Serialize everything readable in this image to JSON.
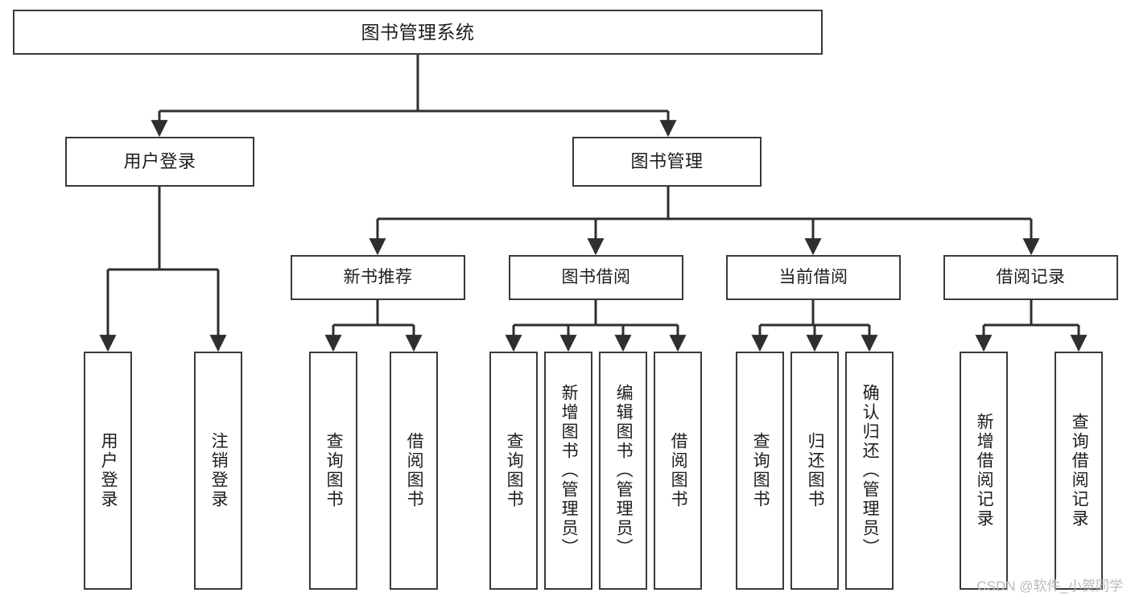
{
  "diagram": {
    "title": "图书管理系统",
    "watermark": "CSDN @软件_小贺同学",
    "colors": {
      "box_border": "#3a3a3a",
      "box_fill": "#ffffff",
      "edge": "#2f2f2f",
      "text": "#1d1d1d",
      "watermark": "#b9b9b9"
    },
    "root": {
      "label": "图书管理系统"
    },
    "level2": [
      {
        "label": "用户登录"
      },
      {
        "label": "图书管理"
      }
    ],
    "level3": [
      {
        "label": "新书推荐"
      },
      {
        "label": "图书借阅"
      },
      {
        "label": "当前借阅"
      },
      {
        "label": "借阅记录"
      }
    ],
    "leaves": [
      {
        "label": "用户登录",
        "parent": "用户登录"
      },
      {
        "label": "注销登录",
        "parent": "用户登录"
      },
      {
        "label": "查询图书",
        "parent": "新书推荐"
      },
      {
        "label": "借阅图书",
        "parent": "新书推荐"
      },
      {
        "label": "查询图书",
        "parent": "图书借阅"
      },
      {
        "label": "新增图书（管理员）",
        "parent": "图书借阅"
      },
      {
        "label": "编辑图书（管理员）",
        "parent": "图书借阅"
      },
      {
        "label": "借阅图书",
        "parent": "图书借阅"
      },
      {
        "label": "查询图书",
        "parent": "当前借阅"
      },
      {
        "label": "归还图书",
        "parent": "当前借阅"
      },
      {
        "label": "确认归还（管理员）",
        "parent": "当前借阅"
      },
      {
        "label": "新增借阅记录",
        "parent": "借阅记录"
      },
      {
        "label": "查询借阅记录",
        "parent": "借阅记录"
      }
    ]
  }
}
